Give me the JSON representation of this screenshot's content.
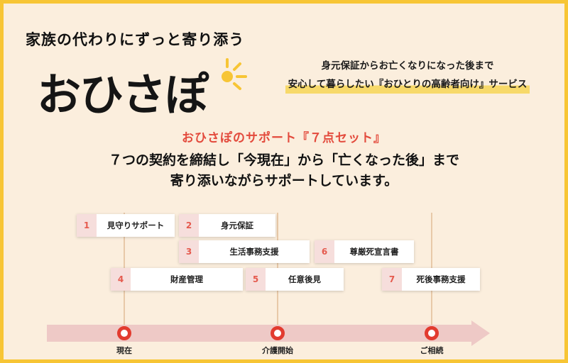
{
  "header": {
    "tagline": "家族の代わりにずっと寄り添う",
    "logo_text": "おひさぽ",
    "desc_line1": "身元保証からお亡くなりになった後まで",
    "desc_line2": "安心して暮らしたい『おひとりの高齢者向け』サービス"
  },
  "intro": {
    "subtitle": "おひさぽのサポート『７点セット』",
    "main_line1": "７つの契約を締結し「今現在」から「亡くなった後」まで",
    "main_line2": "寄り添いながらサポートしています。"
  },
  "services": [
    {
      "num": "1",
      "label": "見守りサポート"
    },
    {
      "num": "2",
      "label": "身元保証"
    },
    {
      "num": "3",
      "label": "生活事務支援"
    },
    {
      "num": "4",
      "label": "財産管理"
    },
    {
      "num": "5",
      "label": "任意後見"
    },
    {
      "num": "6",
      "label": "尊厳死宣言書"
    },
    {
      "num": "7",
      "label": "死後事務支援"
    }
  ],
  "timeline": {
    "labels": [
      "現在",
      "介護開始",
      "ご相続"
    ]
  },
  "colors": {
    "background": "#fbeedd",
    "frame": "#f7c535",
    "accent_red": "#e34a3c",
    "number_bg": "#f6dedc",
    "arrow": "#eec9c6"
  }
}
